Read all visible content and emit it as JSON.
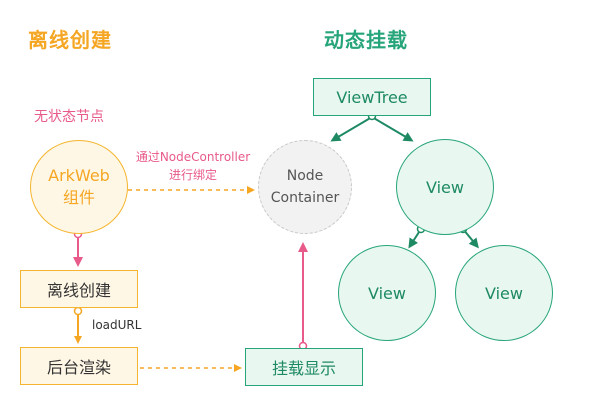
{
  "left_section": {
    "title": "离线创建",
    "stateless_label": "无状态节点",
    "arkweb_line1": "ArkWeb",
    "arkweb_line2": "组件",
    "bind_line1": "通过NodeController",
    "bind_line2": "进行绑定",
    "offline_create_box": "离线创建",
    "load_url_label": "loadURL",
    "background_render_box": "后台渲染",
    "mount_display_box": "挂载显示"
  },
  "node_container": {
    "line1": "Node",
    "line2": "Container"
  },
  "right_section": {
    "title": "动态挂载",
    "view_tree": "ViewTree",
    "view_top": "View",
    "view_bottom_left": "View",
    "view_bottom_right": "View"
  },
  "colors": {
    "orange": "#f5a623",
    "pink": "#e85a8a",
    "green": "#27a57a",
    "gray": "#bfbfbf"
  }
}
